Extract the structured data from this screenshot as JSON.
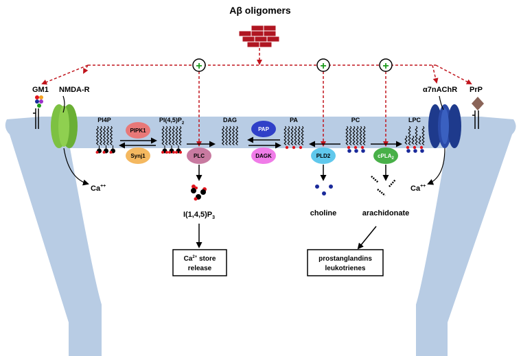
{
  "title": "Aβ oligomers",
  "lipids": {
    "pi4p": "PI4P",
    "pip2_base": "PI(4,5)P",
    "pip2_sub": "2",
    "dag": "DAG",
    "pa": "PA",
    "pc": "PC",
    "lpc": "LPC"
  },
  "receptors": {
    "gm1": "GM1",
    "nmdar": "NMDA-R",
    "a7nachr": "α7nAChR",
    "prp": "PrP",
    "ca_left": "Ca",
    "ca_right": "Ca",
    "ca_sup": "++"
  },
  "enzymes": {
    "pipk1": "PIPK1",
    "synj1": "Synj1",
    "plc": "PLC",
    "pap": "PAP",
    "dagk": "DAGK",
    "pld2": "PLD2",
    "cpla2_base": "cPLA",
    "cpla2_sub": "2"
  },
  "products": {
    "ip3_base": "I(1,4,5)P",
    "ip3_sub": "3",
    "choline": "choline",
    "arachidonate": "arachidonate"
  },
  "boxes": {
    "ca_store_pre": "Ca",
    "ca_store_sup": "2+",
    "ca_store_post": " store",
    "ca_store_line2": "release",
    "prost_line1": "prostanglandins",
    "prost_line2": "leukotrienes"
  },
  "stimulation_symbol": "+",
  "colors": {
    "membrane": "#b8cce4",
    "dashed_arrow": "#c0141c",
    "oligomer": "#b01622",
    "plus": "#1a9a1a",
    "nmdar": "#7dc142",
    "a7nachr": "#1e3a8c",
    "prp": "#8a6458",
    "pipk1": "#e87878",
    "synj1": "#f4b860",
    "plc": "#c87aa0",
    "pap": "#3040c8",
    "dagk": "#f07ce8",
    "pld2": "#60c8ec",
    "cpla2": "#48b048",
    "headgroup_red": "#e0141c",
    "headgroup_blue": "#1a2a9a"
  }
}
